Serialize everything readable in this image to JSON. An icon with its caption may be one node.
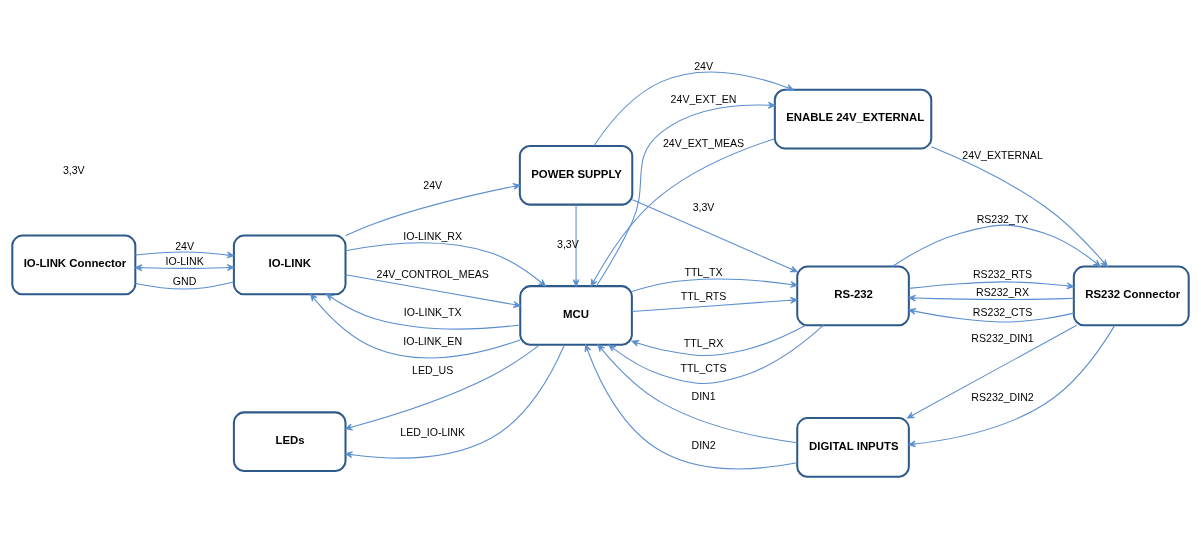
{
  "diagram": {
    "nodes": [
      {
        "text": [
          "POWER SUPPLY"
        ]
      },
      {
        "text": [
          "ENABLE 24V_EXTERNAL"
        ]
      },
      {
        "text": [
          "IO-LINK Connector"
        ]
      },
      {
        "text": [
          "IO-LINK"
        ]
      },
      {
        "text": [
          "MCU"
        ]
      },
      {
        "text": [
          "RS-232"
        ]
      },
      {
        "text": [
          "RS232 Connector"
        ]
      },
      {
        "text": [
          "LEDs"
        ]
      },
      {
        "text": [
          "DIGITAL INPUTS"
        ]
      }
    ],
    "edges": [
      {
        "from": 3,
        "to": 0,
        "label": "24V",
        "arrow": "to"
      },
      {
        "from": 0,
        "to": 1,
        "label": "24V",
        "arrow": "to"
      },
      {
        "from": 1,
        "to": 6,
        "label": "24V_EXTERNAL",
        "arrow": "to"
      },
      {
        "from": 0,
        "to": 4,
        "label": "3,3V",
        "arrow": "to"
      },
      {
        "from": 0,
        "to": 5,
        "label": "3,3V",
        "arrow": "to"
      },
      {
        "from": 4,
        "to": 1,
        "label": "24V_EXT_EN",
        "arrow": "to"
      },
      {
        "from": 1,
        "to": 4,
        "label": "24V_EXT_MEAS",
        "arrow": "to"
      },
      {
        "from": 2,
        "to": 3,
        "label": "24V",
        "arrow": "to"
      },
      {
        "from": 2,
        "to": 3,
        "label": "IO-LINK",
        "arrow": "both"
      },
      {
        "from": 2,
        "to": 3,
        "label": "GND",
        "arrow": "none"
      },
      {
        "from": 4,
        "to": 3,
        "label": "IO-LINK_TX",
        "arrow": "to"
      },
      {
        "from": 3,
        "to": 4,
        "label": "IO-LINK_RX",
        "arrow": "to"
      },
      {
        "from": 4,
        "to": 3,
        "label": "IO-LINK_EN",
        "arrow": "to"
      },
      {
        "from": 3,
        "to": 4,
        "label": "24V_CONTROL_MEAS",
        "arrow": "to"
      },
      {
        "from": 4,
        "to": 5,
        "label": "TTL_TX",
        "arrow": "to"
      },
      {
        "from": 5,
        "to": 4,
        "label": "TTL_RX",
        "arrow": "to"
      },
      {
        "from": 4,
        "to": 5,
        "label": "TTL_RTS",
        "arrow": "to"
      },
      {
        "from": 5,
        "to": 4,
        "label": "TTL_CTS",
        "arrow": "to"
      },
      {
        "from": 5,
        "to": 6,
        "label": "RS232_TX",
        "arrow": "to"
      },
      {
        "from": 6,
        "to": 5,
        "label": "RS232_RX",
        "arrow": "to"
      },
      {
        "from": 5,
        "to": 6,
        "label": "RS232_RTS",
        "arrow": "to"
      },
      {
        "from": 6,
        "to": 5,
        "label": "RS232_CTS",
        "arrow": "to"
      },
      {
        "from": 4,
        "to": 7,
        "label": "LED_US",
        "arrow": "to"
      },
      {
        "from": 4,
        "to": 7,
        "label": "LED_IO-LINK",
        "arrow": "to"
      },
      {
        "from": 8,
        "to": 4,
        "label": "DIN1",
        "arrow": "to"
      },
      {
        "from": 8,
        "to": 4,
        "label": "DIN2",
        "arrow": "to"
      },
      {
        "from": 6,
        "to": 8,
        "label": "RS232_DIN1",
        "arrow": "to"
      },
      {
        "from": 6,
        "to": 8,
        "label": "RS232_DIN2",
        "arrow": "to"
      }
    ],
    "labels": [
      "3,3V"
    ]
  }
}
